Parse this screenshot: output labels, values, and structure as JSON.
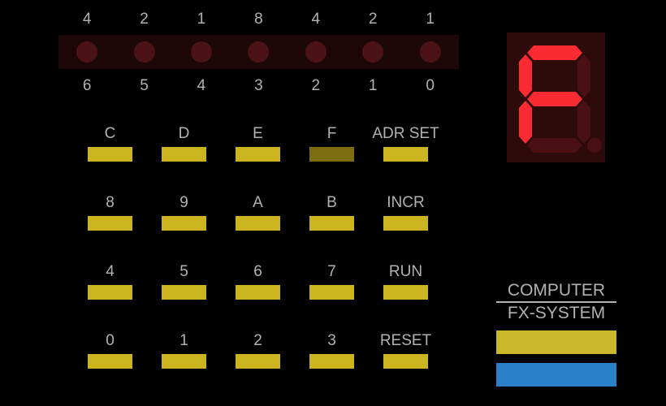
{
  "device": {
    "name": "COMPUTER FX-SYSTEM",
    "panel_background": "#000000",
    "key_color": "#cbb41f",
    "key_pressed_color": "#7d6d11",
    "label_color": "#b2b2b2",
    "led_on_color": "#fb2b34",
    "led_off_color": "#4b1217",
    "led_strip_background": "#1d0707",
    "segment_on_color": "#fb2b34",
    "segment_off_color": "#4a1014",
    "display_background": "#2d0b0b"
  },
  "led_strip": {
    "weight_labels": [
      "4",
      "2",
      "1",
      "8",
      "4",
      "2",
      "1"
    ],
    "bit_labels": [
      "6",
      "5",
      "4",
      "3",
      "2",
      "1",
      "0"
    ],
    "leds": [
      {
        "bit": "6",
        "weight": "4",
        "on": false
      },
      {
        "bit": "5",
        "weight": "2",
        "on": false
      },
      {
        "bit": "4",
        "weight": "1",
        "on": false
      },
      {
        "bit": "3",
        "weight": "8",
        "on": false
      },
      {
        "bit": "2",
        "weight": "4",
        "on": false
      },
      {
        "bit": "1",
        "weight": "2",
        "on": false
      },
      {
        "bit": "0",
        "weight": "1",
        "on": false
      }
    ]
  },
  "seven_segment": {
    "value": "F",
    "segments": {
      "a": true,
      "b": false,
      "c": false,
      "d": false,
      "e": true,
      "f": true,
      "g": true,
      "dp": false
    }
  },
  "keypad": {
    "rows": [
      {
        "keys": [
          {
            "label": "C",
            "pressed": false
          },
          {
            "label": "D",
            "pressed": false
          },
          {
            "label": "E",
            "pressed": false
          },
          {
            "label": "F",
            "pressed": true
          },
          {
            "label": "ADR SET",
            "pressed": false
          }
        ]
      },
      {
        "keys": [
          {
            "label": "8",
            "pressed": false
          },
          {
            "label": "9",
            "pressed": false
          },
          {
            "label": "A",
            "pressed": false
          },
          {
            "label": "B",
            "pressed": false
          },
          {
            "label": "INCR",
            "pressed": false
          }
        ]
      },
      {
        "keys": [
          {
            "label": "4",
            "pressed": false
          },
          {
            "label": "5",
            "pressed": false
          },
          {
            "label": "6",
            "pressed": false
          },
          {
            "label": "7",
            "pressed": false
          },
          {
            "label": "RUN",
            "pressed": false
          }
        ]
      },
      {
        "keys": [
          {
            "label": "0",
            "pressed": false
          },
          {
            "label": "1",
            "pressed": false
          },
          {
            "label": "2",
            "pressed": false
          },
          {
            "label": "3",
            "pressed": false
          },
          {
            "label": "RESET",
            "pressed": false
          }
        ]
      }
    ]
  },
  "branding": {
    "line1": "COMPUTER",
    "line2": "FX-SYSTEM",
    "bar_yellow_color": "#cbb82a",
    "bar_blue_color": "#2980c8"
  }
}
